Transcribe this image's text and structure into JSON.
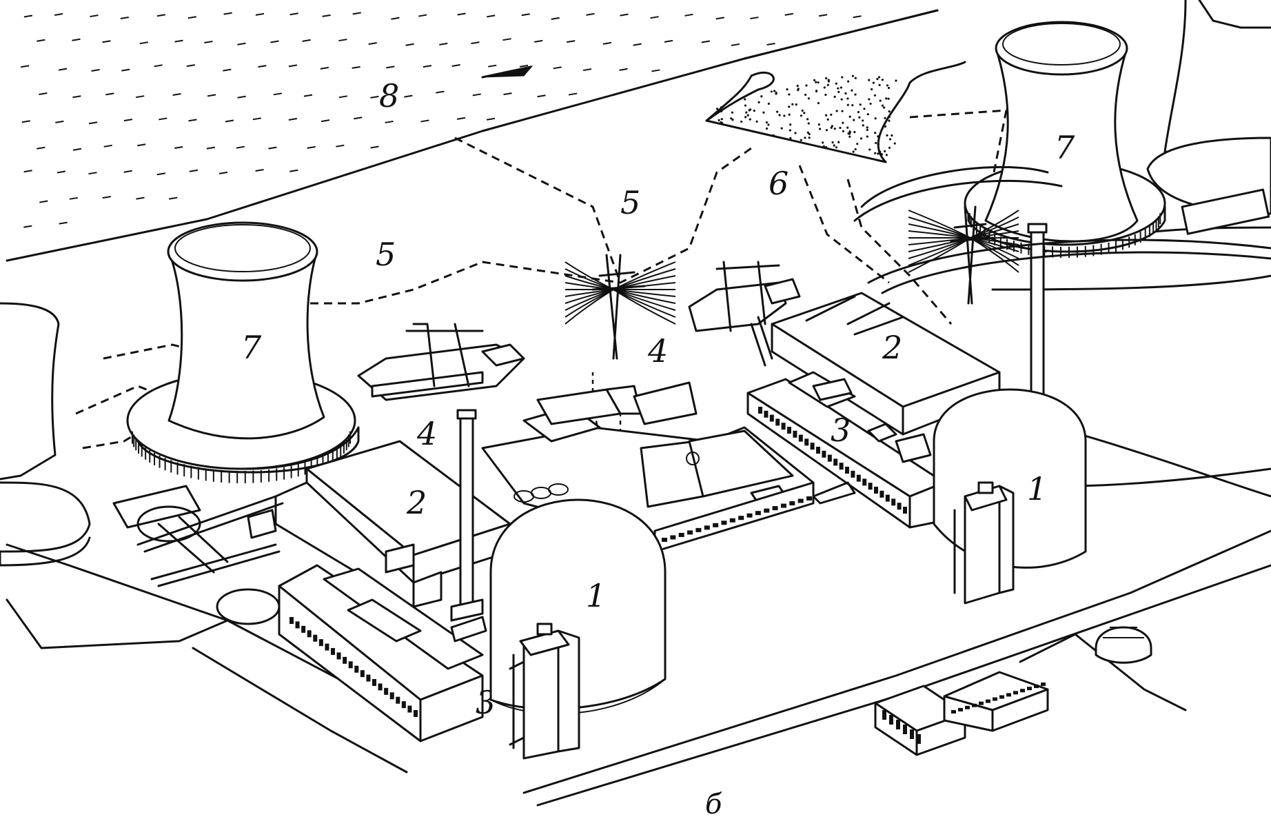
{
  "labels": {
    "reactor": "1",
    "turbine_hall": "2",
    "auxiliary_building": "3",
    "switchyard": "4",
    "power_line": "5",
    "water_channel": "6",
    "cooling_tower": "7",
    "river": "8"
  },
  "caption": "б",
  "colors": {
    "ink": "#111111",
    "paper": "#ffffff"
  }
}
